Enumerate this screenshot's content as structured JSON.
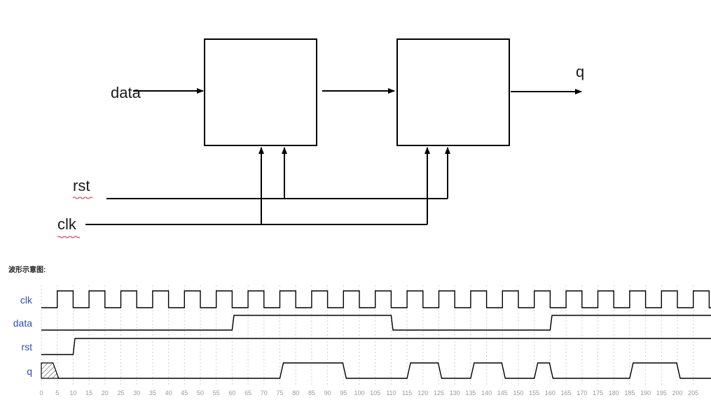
{
  "block_diagram": {
    "inputs": {
      "data": "data",
      "rst": "rst",
      "clk": "clk"
    },
    "output": "q",
    "blocks": 2
  },
  "waveform": {
    "caption": "波形示意图:",
    "signals": [
      "clk",
      "data",
      "rst",
      "q"
    ],
    "ticks": [
      0,
      5,
      10,
      15,
      20,
      25,
      30,
      35,
      40,
      45,
      50,
      55,
      60,
      65,
      70,
      75,
      80,
      85,
      90,
      95,
      100,
      105,
      110,
      115,
      120,
      125,
      130,
      135,
      140,
      145,
      150,
      155,
      160,
      165,
      170,
      175,
      180,
      185,
      190,
      195,
      200,
      205
    ],
    "clk_period": 10,
    "data_edges": [
      [
        0,
        0
      ],
      [
        60,
        1
      ],
      [
        110,
        0
      ],
      [
        160,
        1
      ]
    ],
    "rst_edges": [
      [
        0,
        0
      ],
      [
        10,
        1
      ]
    ],
    "q_segments": [
      [
        75,
        95
      ],
      [
        115,
        125
      ],
      [
        135,
        145
      ],
      [
        155,
        160
      ],
      [
        185,
        200
      ]
    ],
    "q_unknown_until": 5,
    "colors": {
      "signal_label": "#2b4fb5",
      "wire": "#000000",
      "grid": "#cfcfcf",
      "tick": "#9a9a9a"
    }
  }
}
